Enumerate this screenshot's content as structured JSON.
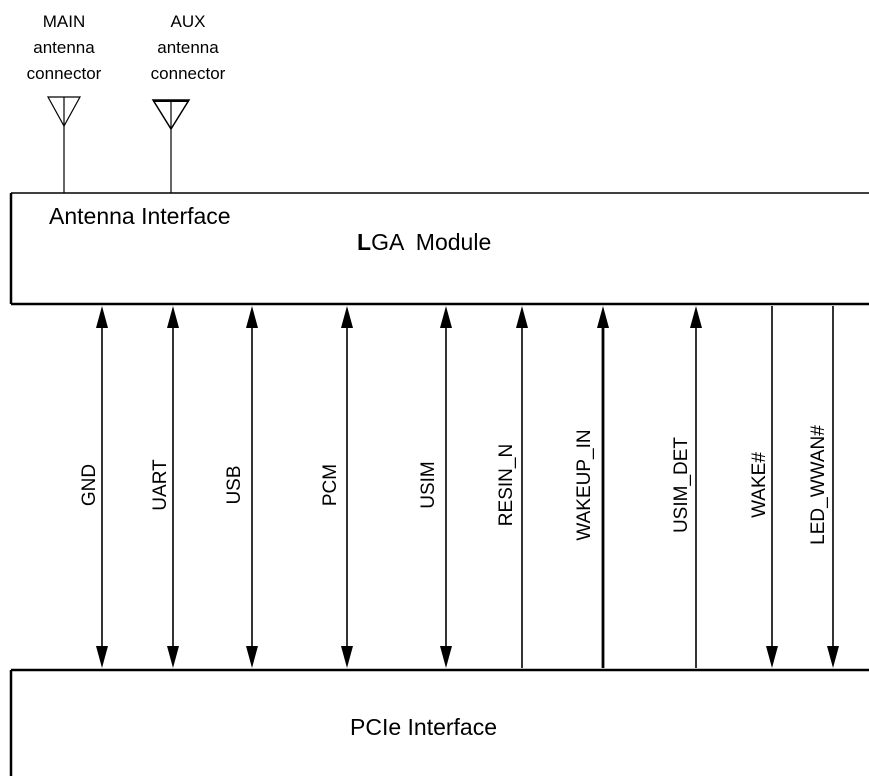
{
  "connectors": {
    "main": {
      "lines": [
        "MAIN",
        "antenna",
        "connector"
      ]
    },
    "aux": {
      "lines": [
        "AUX",
        "antenna",
        "connector"
      ]
    }
  },
  "module": {
    "antenna_interface": "Antenna Interface",
    "title_bold": "L",
    "title_rest": "GA  Module"
  },
  "pcie": {
    "title": "PCIe Interface"
  },
  "signals": [
    {
      "label": "GND",
      "direction": "bidirectional"
    },
    {
      "label": "UART",
      "direction": "bidirectional"
    },
    {
      "label": "USB",
      "direction": "bidirectional"
    },
    {
      "label": "PCM",
      "direction": "bidirectional"
    },
    {
      "label": "USIM",
      "direction": "bidirectional"
    },
    {
      "label": "RESIN_N",
      "direction": "to-module"
    },
    {
      "label": "WAKEUP_IN",
      "direction": "to-module"
    },
    {
      "label": "USIM_DET",
      "direction": "to-module"
    },
    {
      "label": "WAKE#",
      "direction": "to-pcie"
    },
    {
      "label": "LED_WWAN#",
      "direction": "to-pcie"
    }
  ],
  "colors": {
    "line": "#000000",
    "background": "#ffffff"
  }
}
